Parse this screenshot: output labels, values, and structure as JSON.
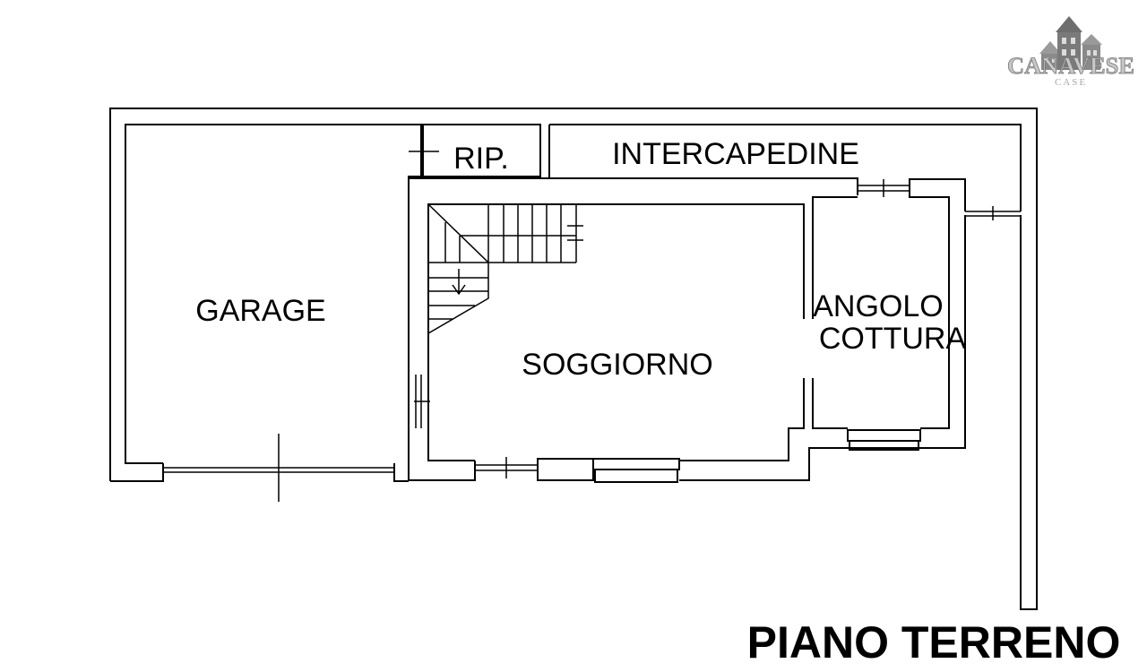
{
  "logo": {
    "name": "CANAVESE",
    "sub": "CASE",
    "colors": {
      "roof": "#a0a0a0",
      "house": "#8a8a8a",
      "window": "#ffffff"
    }
  },
  "rooms": {
    "garage": "GARAGE",
    "rip": "RIP.",
    "intercapedine": "INTERCAPEDINE",
    "soggiorno": "SOGGIORNO",
    "angolo_line1": "ANGOLO",
    "angolo_line2": "COTTURA"
  },
  "floor_title": "PIANO TERRENO"
}
